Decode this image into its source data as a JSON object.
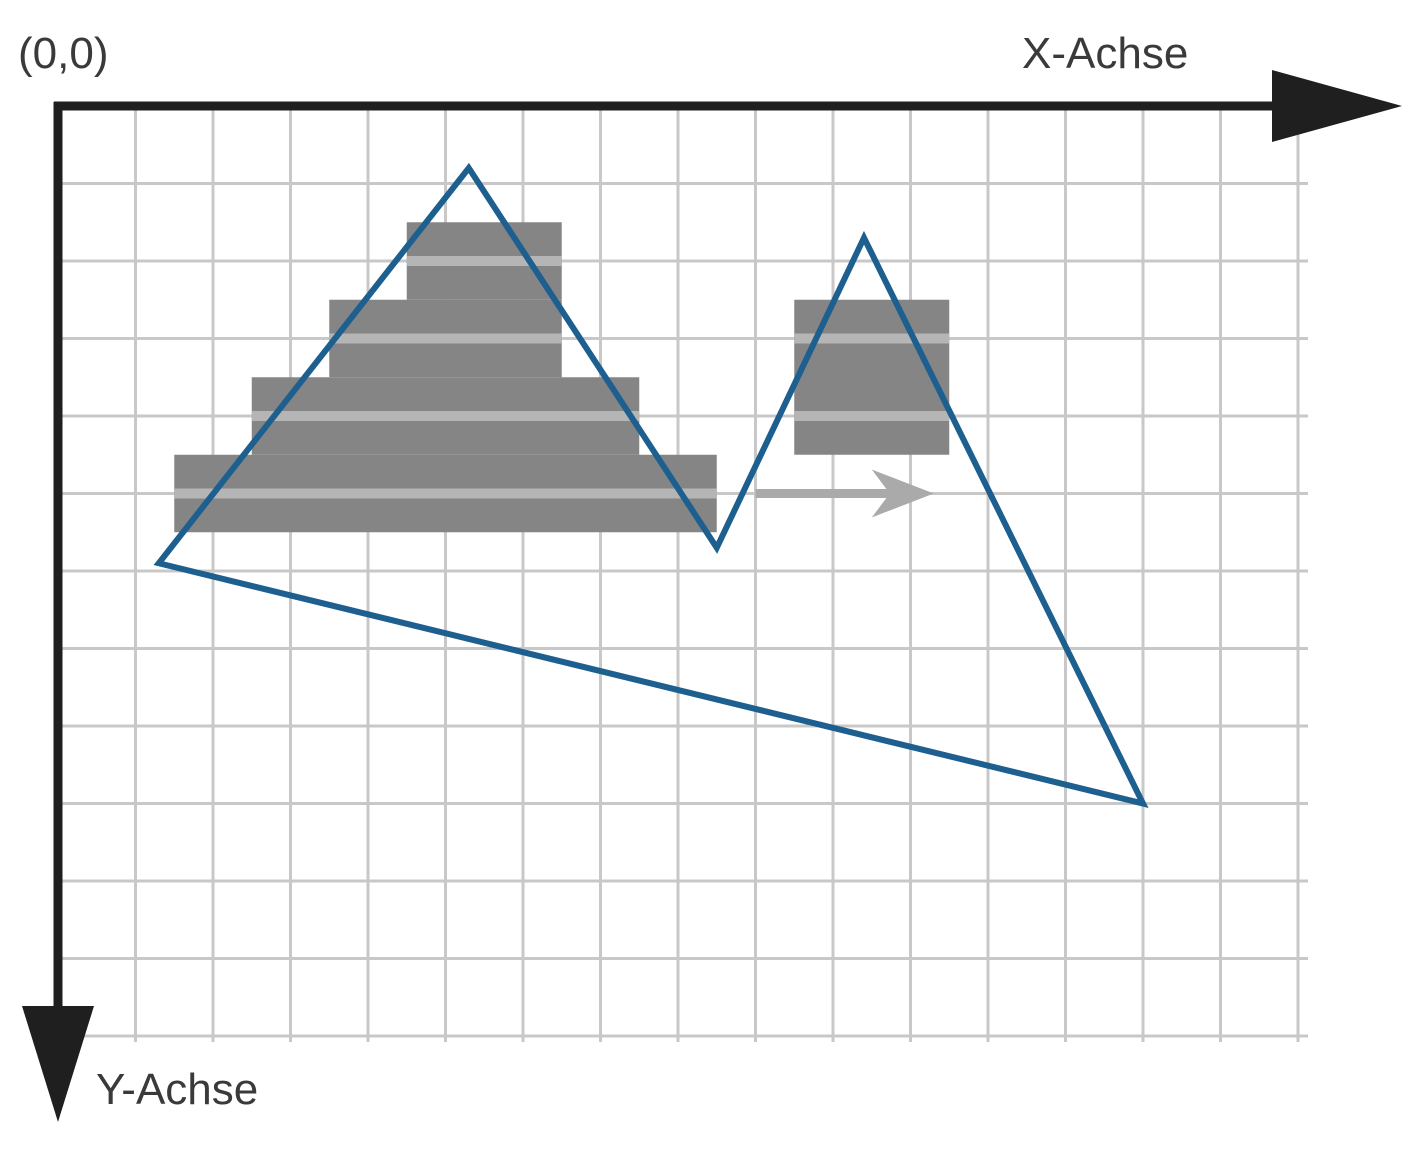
{
  "labels": {
    "origin": "(0,0)",
    "x_axis": "X-Achse",
    "y_axis": "Y-Achse"
  },
  "colors": {
    "background": "#ffffff",
    "grid": "#c8c8c8",
    "axis": "#1f1f1f",
    "block_fill": "#858585",
    "block_stripe": "#b5b5b5",
    "polygon": "#1d5f8f",
    "move_arrow": "#aaaaaa"
  },
  "grid": {
    "columns": 16,
    "rows": 12
  },
  "figure": {
    "blocks_left": [
      {
        "col": 4.5,
        "row": 1.5,
        "width": 2,
        "height": 1
      },
      {
        "col": 3.5,
        "row": 2.5,
        "width": 3,
        "height": 1
      },
      {
        "col": 2.5,
        "row": 3.5,
        "width": 5,
        "height": 1
      },
      {
        "col": 1.5,
        "row": 4.5,
        "width": 7,
        "height": 1
      }
    ],
    "block_right": {
      "col": 9.5,
      "row": 2.5,
      "width": 2,
      "height": 2
    },
    "move_arrow": {
      "from_col": 9,
      "to_col": 11.3,
      "row": 5
    },
    "polygon_vertices": [
      [
        1.3,
        5.9
      ],
      [
        5.3,
        0.8
      ],
      [
        8.5,
        5.7
      ],
      [
        10.4,
        1.7
      ],
      [
        14,
        9
      ]
    ]
  }
}
